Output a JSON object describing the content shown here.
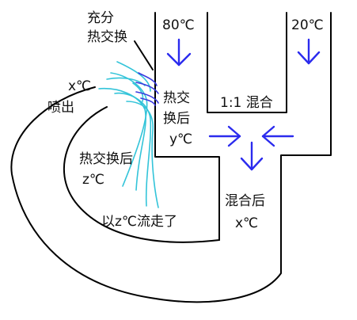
{
  "labels": {
    "full_exchange_line1": "充分",
    "full_exchange_line2": "热交换",
    "hot_temp": "80℃",
    "cold_temp": "20℃",
    "mix_ratio": "1:1 混合",
    "after_exchange_line1": "热交",
    "after_exchange_line2": "换后",
    "after_exchange_line3": "y℃",
    "spray_line1": "x℃",
    "spray_line2": "喷出",
    "inner_exchange_line1": "热交换后",
    "inner_exchange_line2": "z℃",
    "flow_away": "以z℃流走了",
    "mixed_line1": "混合后",
    "mixed_line2": "x℃"
  },
  "colors": {
    "pipe": "#000000",
    "arrow": "#2b2bee",
    "spray_cyan": "#33c4d9",
    "spray_blue": "#3a3ae0",
    "text": "#111111"
  },
  "icons": {
    "flow_arrow": "down-arrow-icon"
  }
}
